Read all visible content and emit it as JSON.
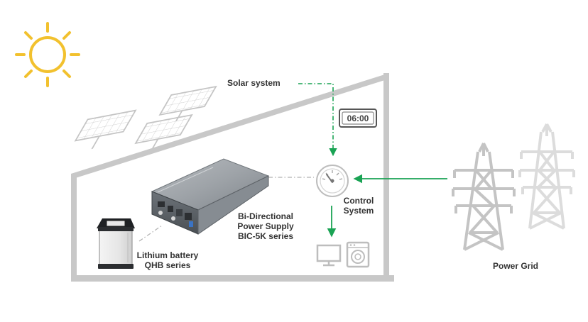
{
  "labels": {
    "solar_system": "Solar system",
    "clock_time": "06:00",
    "control_line1": "Control",
    "control_line2": "System",
    "psu_line1": "Bi-Directional",
    "psu_line2": "Power Supply",
    "psu_line3": "BIC-5K series",
    "battery_line1": "Lithium battery",
    "battery_line2": "QHB series",
    "power_grid": "Power Grid"
  },
  "colors": {
    "sun": "#f2c12e",
    "flow_arrow": "#1aa354",
    "house_outline": "#c8c8c8",
    "label_text": "#333333",
    "panel_grey": "#d2d2d2",
    "tower_dark": "#c4c4c4",
    "tower_light": "#dcdcdc"
  },
  "icons": [
    "sun-icon",
    "solar-panel-icon",
    "clock-icon",
    "gauge-icon",
    "tv-icon",
    "washing-machine-icon",
    "power-supply-unit",
    "battery-icon",
    "transmission-tower-icon"
  ]
}
